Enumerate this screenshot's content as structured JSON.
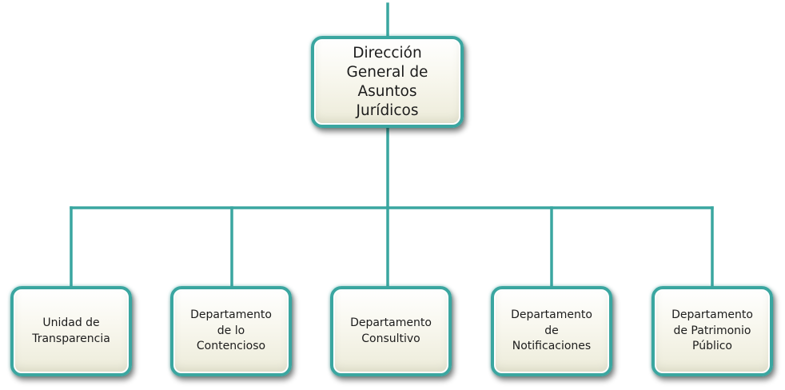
{
  "diagram": {
    "root": {
      "label": "Dirección\nGeneral de\nAsuntos\nJurídicos"
    },
    "children": [
      {
        "label": "Unidad de\nTransparencia"
      },
      {
        "label": "Departamento\nde lo\nContencioso"
      },
      {
        "label": "Departamento\nConsultivo"
      },
      {
        "label": "Departamento\nde\nNotificaciones"
      },
      {
        "label": "Departamento\nde Patrimonio\nPúblico"
      }
    ],
    "colors": {
      "connector": "#3aa6a0",
      "border": "#3aa6a0",
      "fill": "#f8f7ee"
    }
  }
}
